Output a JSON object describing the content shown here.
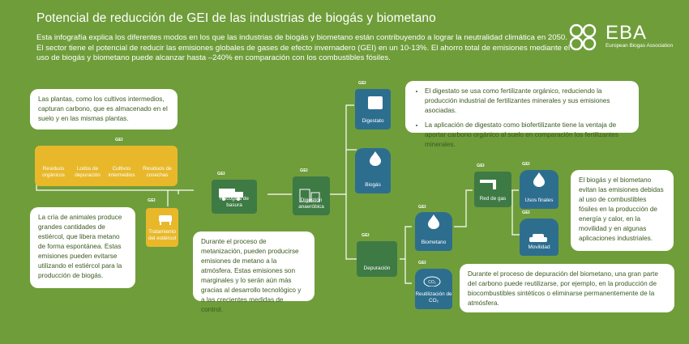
{
  "title": "Potencial de reducción de GEI de las industrias de biogás y biometano",
  "intro": "Esta infografía explica los diferentes modos en los que las industrias de biogás y biometano están contribuyendo a lograr la neutralidad climática en 2050. El sector tiene el potencial de reducir las emisiones globales de gases de efecto invernadero (GEI) en un 10-13%. El ahorro total de emisiones mediante el uso de biogás y biometano puede alcanzar hasta –240% en comparación con los combustibles fósiles.",
  "logo": {
    "name": "EBA",
    "subtitle": "European Biogas Association"
  },
  "gei_label": "GEI",
  "callouts": {
    "plants": "Las plantas, como los cultivos intermedios, capturan carbono, que es almacenado en el suelo y en las mismas plantas.",
    "animals": "La cría de animales produce grandes cantidades de estiércol, que libera metano de forma espontánea. Estas emisiones pueden evitarse utilizando el estiércol para la producción de biogás.",
    "methanization": "Durante el proceso de metanización, pueden producirse emisiones de metano a la atmósfera. Estas emisiones son marginales y lo serán aún más gracias al desarrollo tecnológico y a las crecientes medidas de control.",
    "digestate_1": "El digestato se usa como fertilizante orgánico, reduciendo la producción industrial de fertilizantes minerales y sus emisiones asociadas.",
    "digestate_2": "La aplicación de digestato como biofertilizante tiene la ventaja de aportar carbono orgánico al suelo en comparación los fertilizantes minerales.",
    "end_uses": "El biogás y el biometano evitan las emisiones debidas al uso de combustibles fósiles en la producción de energía y calor, en la movilidad y en algunas aplicaciones industriales.",
    "upgrading": "Durante el proceso de depuración del biometano, una gran parte del carbono puede reutilizarse, por ejemplo, en la producción de biocombustibles sintéticos o eliminarse permanentemente de la atmósfera."
  },
  "tiles": {
    "residuos_organicos": "Residuos orgánicos",
    "lodos": "Lodos de depuración",
    "cultivos": "Cultivos intermedios",
    "cosechas": "Residuos de cosechas",
    "estiercol": "Tratamiento del estiércol",
    "recogida": "Recogida de basura",
    "digestion": "Digestión anaeróbica",
    "digestato": "Digestato",
    "biogas": "Biogás",
    "depuracion": "Depuración",
    "biometano": "Biometano",
    "reutilizacion": "Reutilización de CO₂",
    "red_gas": "Red de gas",
    "usos_finales": "Usos finales",
    "movilidad": "Movilidad",
    "co2_icon": "CO₂"
  },
  "colors": {
    "background": "#6f9d3a",
    "yellow": "#e8b82a",
    "green": "#3e7a44",
    "blue": "#2d6e8f",
    "text_dark": "#3a5a1e"
  }
}
